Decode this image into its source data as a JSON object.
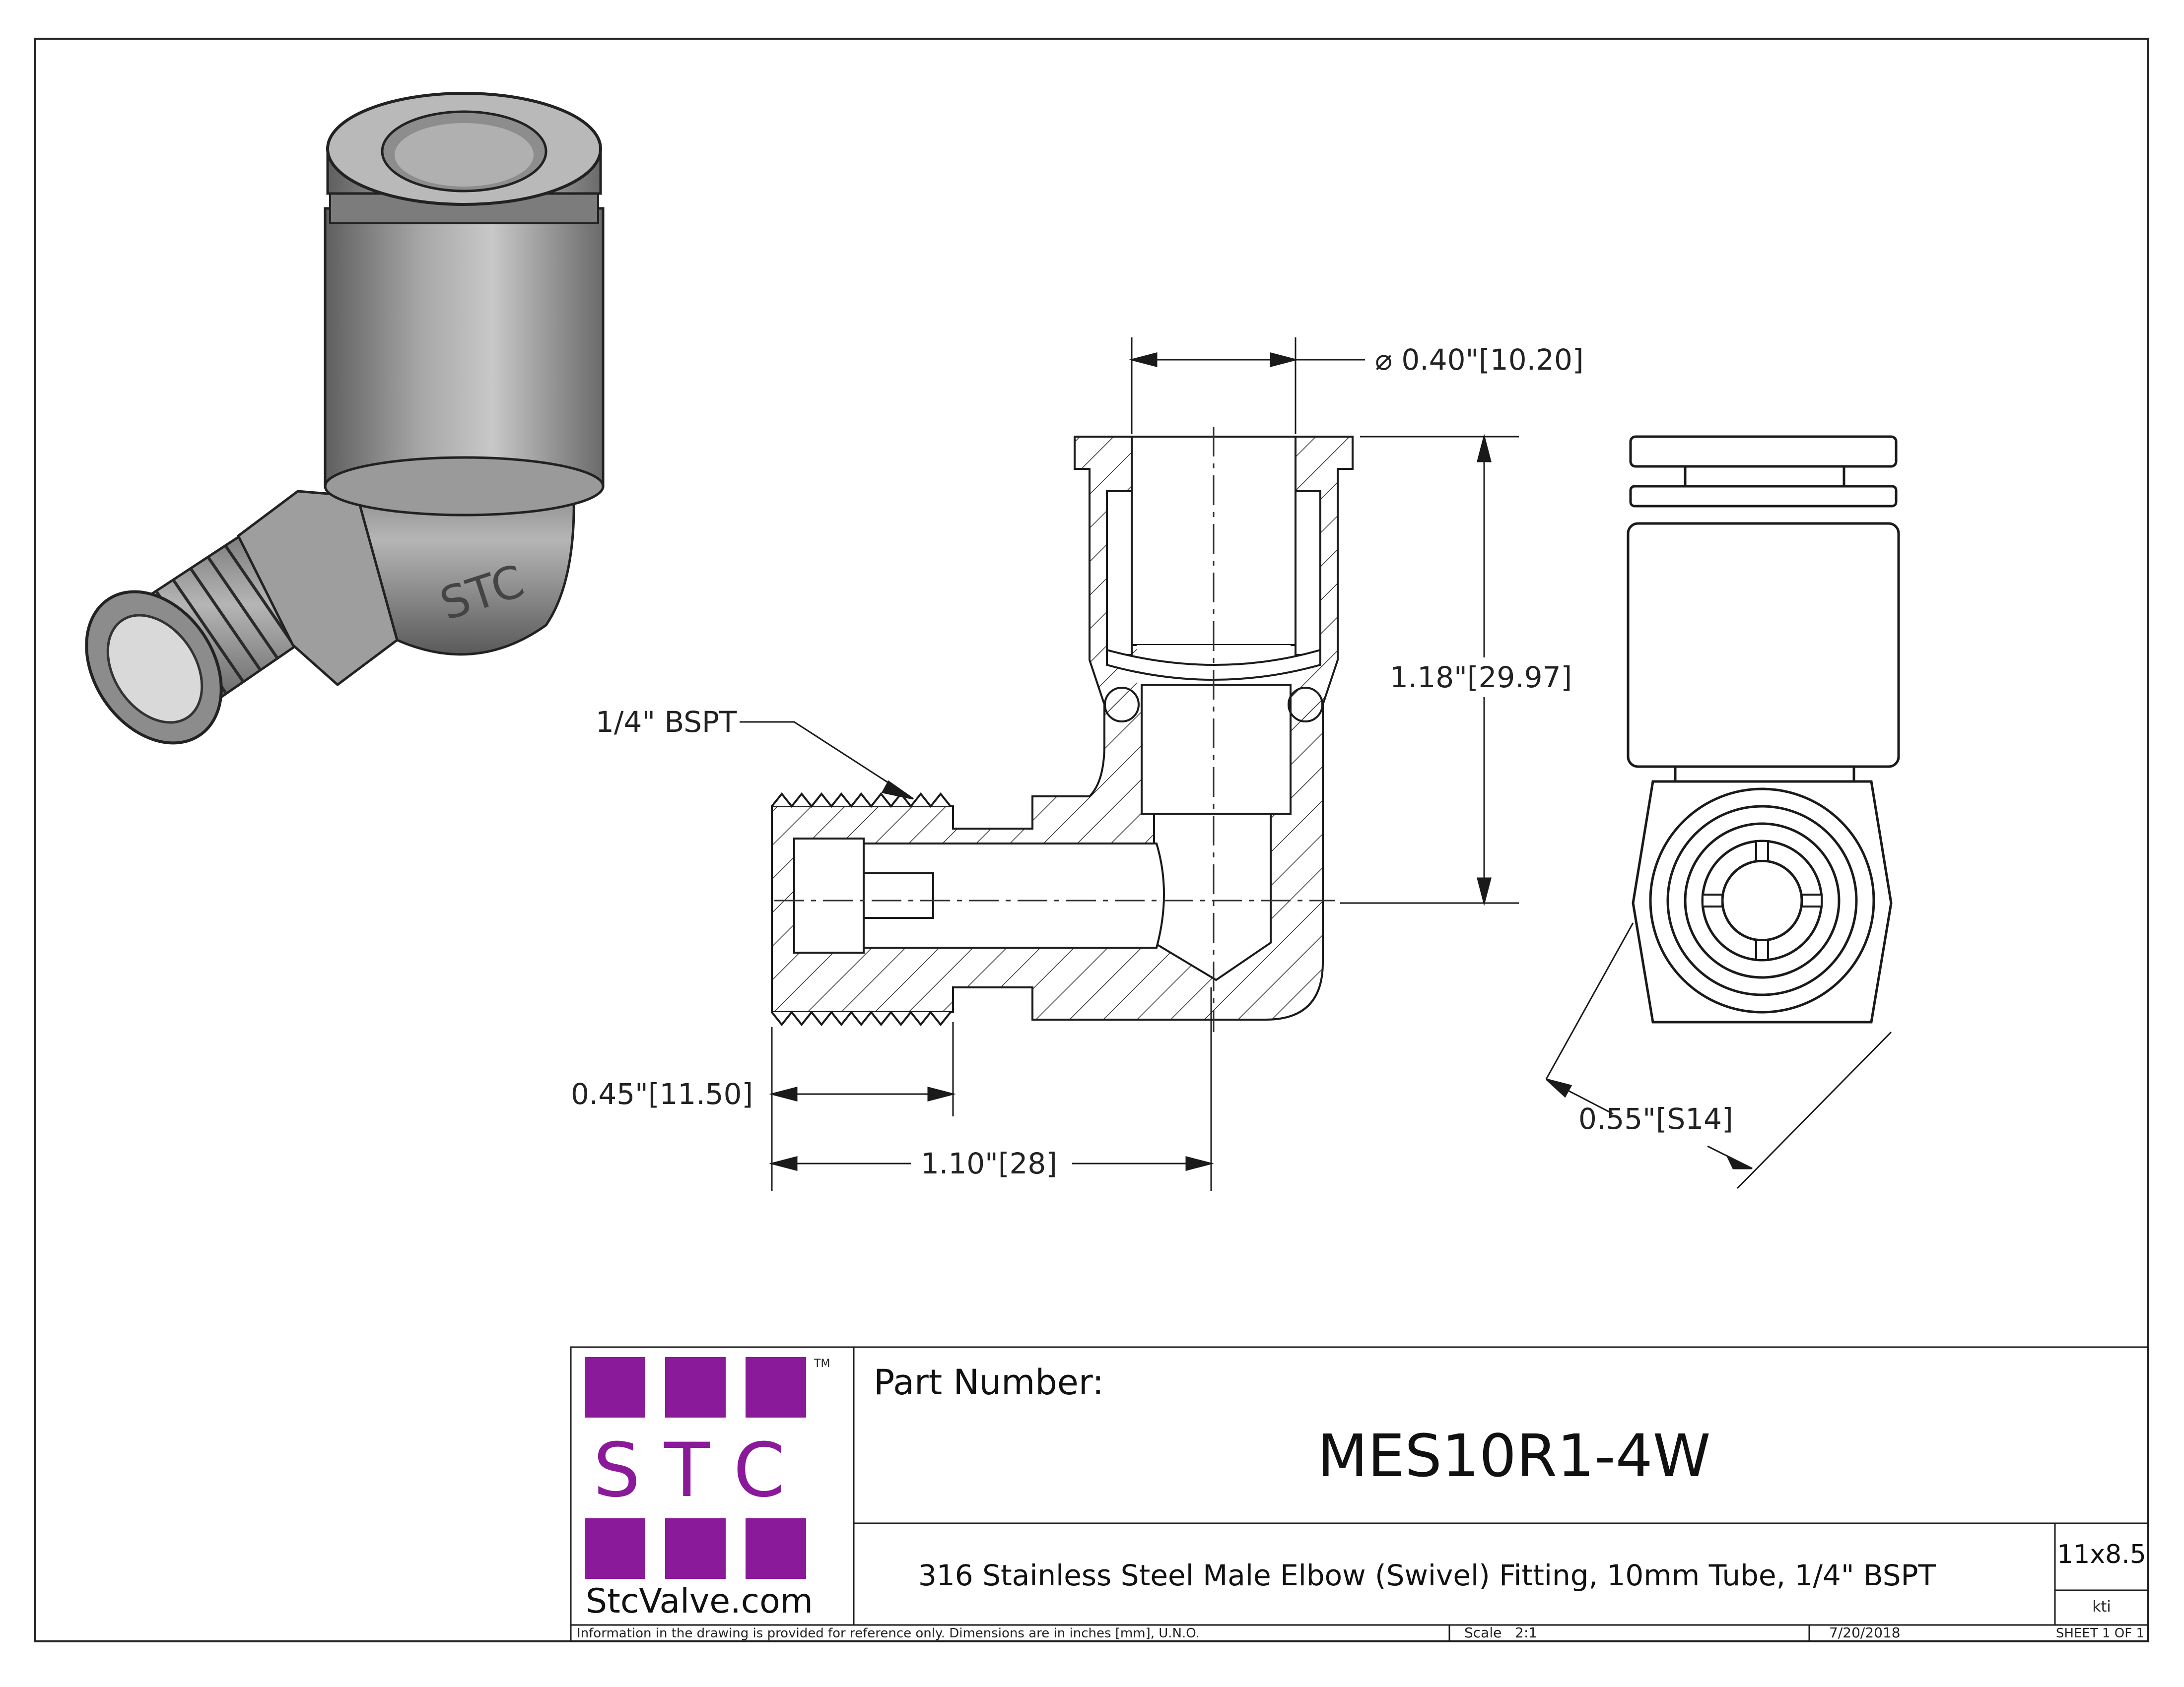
{
  "dimensions": {
    "bore_diameter": "⌀ 0.40\"[10.20]",
    "height": "1.18\"[29.97]",
    "thread_label": "1/4\" BSPT",
    "thread_length": "0.45\"[11.50]",
    "overall_length": "1.10\"[28]",
    "hex_size": "0.55\"[S14]"
  },
  "iso_view": {
    "body_marking": "STC"
  },
  "title_block": {
    "logo_letters": "S T C",
    "logo_tm": "TM",
    "logo_site": "StcValve.com",
    "part_number_label": "Part Number:",
    "part_number": "MES10R1-4W",
    "description": "316 Stainless Steel Male Elbow (Swivel) Fitting, 10mm Tube, 1/4\" BSPT",
    "size": "11x8.5",
    "drawn_by": "kti",
    "disclaimer": "Information in the drawing is provided for reference only. Dimensions are in inches [mm], U.N.O.",
    "scale": "Scale   2:1",
    "date": "7/20/2018",
    "sheet": "SHEET 1 OF 1"
  },
  "colors": {
    "logo_purple": "#8b1a9a",
    "metal_dark": "#6e6e6e",
    "metal_mid": "#a3a3a3",
    "metal_light": "#d6d6d6",
    "line": "#1a1a1a"
  }
}
